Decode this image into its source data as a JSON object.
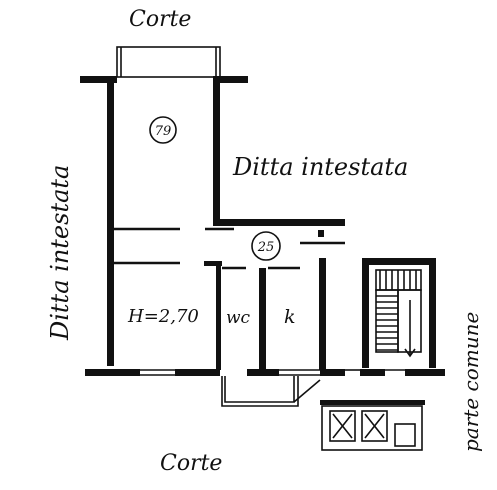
{
  "labels": {
    "top_courtyard": "Corte",
    "bottom_courtyard": "Corte",
    "right_owner": "Ditta intestata",
    "left_owner": "Ditta intestata",
    "common_part": "parte comune",
    "height": "H=2,70",
    "wc": "wc",
    "kitchen": "k",
    "number_79": "79",
    "number_25": "25"
  }
}
